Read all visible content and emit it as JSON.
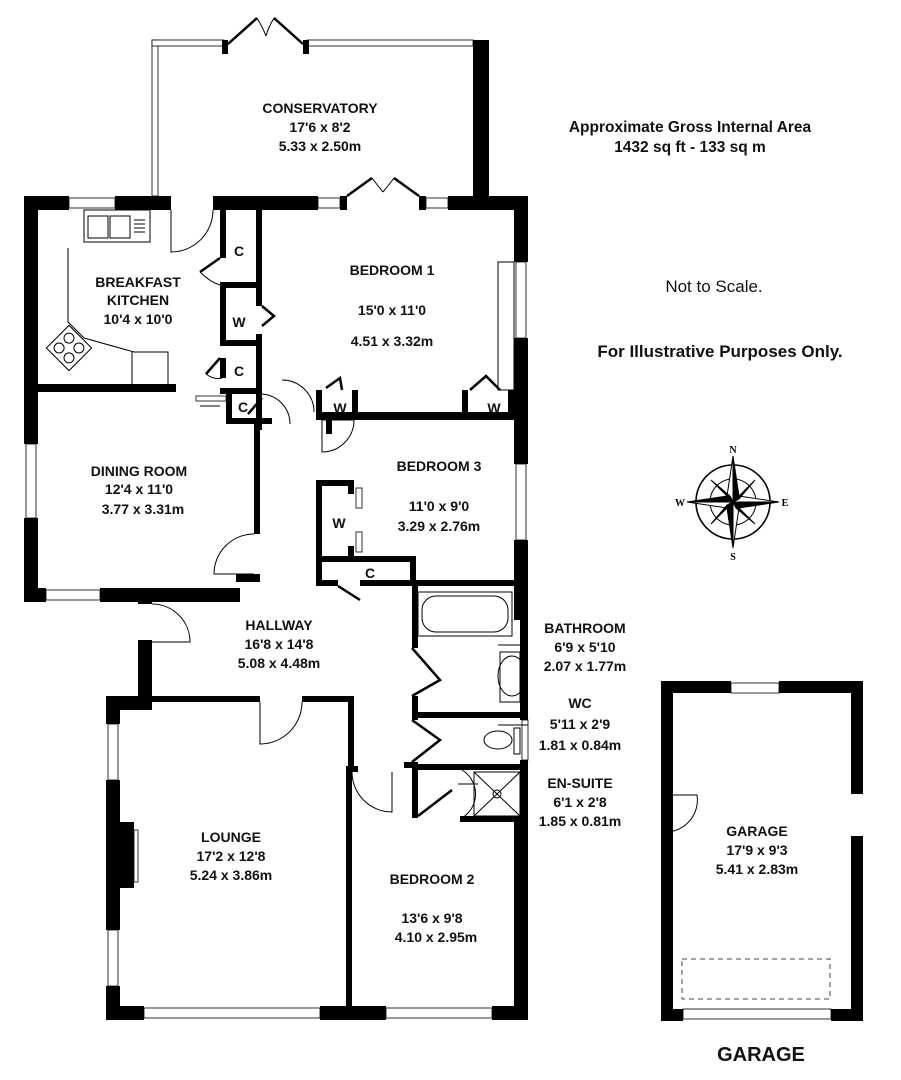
{
  "header": {
    "area_title": "Approximate Gross Internal Area",
    "area_value": "1432 sq ft - 133 sq m",
    "scale_note": "Not to Scale.",
    "illustrative_note": "For Illustrative Purposes Only."
  },
  "rooms": {
    "conservatory": {
      "name": "CONSERVATORY",
      "imperial": "17'6 x 8'2",
      "metric": "5.33 x 2.50m"
    },
    "kitchen": {
      "name_line1": "BREAKFAST",
      "name_line2": "KITCHEN",
      "imperial": "10'4 x 10'0"
    },
    "bedroom1": {
      "name": "BEDROOM 1",
      "imperial": "15'0 x 11'0",
      "metric": "4.51 x 3.32m"
    },
    "dining": {
      "name": "DINING ROOM",
      "imperial": "12'4 x 11'0",
      "metric": "3.77 x 3.31m"
    },
    "bedroom3": {
      "name": "BEDROOM 3",
      "imperial": "11'0 x 9'0",
      "metric": "3.29 x 2.76m"
    },
    "hallway": {
      "name": "HALLWAY",
      "imperial": "16'8 x 14'8",
      "metric": "5.08 x 4.48m"
    },
    "bathroom": {
      "name": "BATHROOM",
      "imperial": "6'9 x 5'10",
      "metric": "2.07 x 1.77m"
    },
    "wc": {
      "name": "WC",
      "imperial": "5'11 x 2'9",
      "metric": "1.81 x 0.84m"
    },
    "ensuite": {
      "name": "EN-SUITE",
      "imperial": "6'1 x 2'8",
      "metric": "1.85 x 0.81m"
    },
    "lounge": {
      "name": "LOUNGE",
      "imperial": "17'2 x 12'8",
      "metric": "5.24 x 3.86m"
    },
    "bedroom2": {
      "name": "BEDROOM 2",
      "imperial": "13'6 x 9'8",
      "metric": "4.10 x 2.95m"
    },
    "garage": {
      "name": "GARAGE",
      "imperial": "17'9 x 9'3",
      "metric": "5.41 x 2.83m"
    }
  },
  "storage_labels": {
    "cupboard": "C",
    "wardrobe": "W"
  },
  "compass": {
    "n": "N",
    "e": "E",
    "s": "S",
    "w": "W"
  },
  "footer": {
    "garage_title": "GARAGE"
  }
}
